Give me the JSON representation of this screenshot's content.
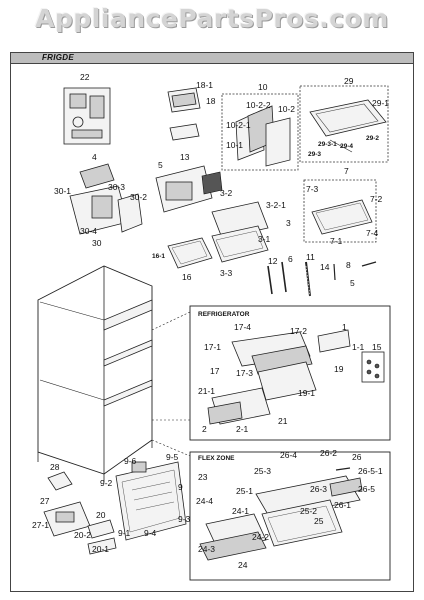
{
  "watermark": "AppliancePartsPros.com",
  "header": {
    "title": "FRIGDE"
  },
  "zones": {
    "refrigerator": "REFRIGERATOR",
    "flex_zone": "FLEX ZONE"
  },
  "callouts": {
    "c22": "22",
    "c18_1": "18-1",
    "c18": "18",
    "c13": "13",
    "c10": "10",
    "c10_2_2": "10-2-2",
    "c10_2": "10-2",
    "c10_2_1": "10-2-1",
    "c10_1": "10-1",
    "c29": "29",
    "c29_1": "29-1",
    "c29_3_1": "29-3-1",
    "c29_3": "29-3",
    "c29_4": "29-4",
    "c29_2": "29-2",
    "c4": "4",
    "c5": "5",
    "c30_1": "30-1",
    "c30_3": "30-3",
    "c30_2": "30-2",
    "c30_4": "30-4",
    "c30": "30",
    "c3_2": "3-2",
    "c3_2_1": "3-2-1",
    "c3": "3",
    "c3_1": "3-1",
    "c3_3": "3-3",
    "c7": "7",
    "c7_3": "7-3",
    "c7_2": "7-2",
    "c7_4": "7-4",
    "c7_1": "7-1",
    "c16_1": "16-1",
    "c16": "16",
    "c12": "12",
    "c6": "6",
    "c11": "11",
    "c14": "14",
    "c8": "8",
    "c5b": "5",
    "c17_4": "17-4",
    "c17_2": "17-2",
    "c1": "1",
    "c17_1": "17-1",
    "c1_1": "1-1",
    "c17": "17",
    "c17_3": "17-3",
    "c19": "19",
    "c15": "15",
    "c21_1": "21-1",
    "c19_1": "19-1",
    "c2": "2",
    "c2_1": "2-1",
    "c21": "21",
    "c28": "28",
    "c9_6": "9-6",
    "c9_5": "9-5",
    "c9_2": "9-2",
    "c9": "9",
    "c27": "27",
    "c27_1": "27-1",
    "c20": "20",
    "c20_2": "20-2",
    "c20_1": "20-1",
    "c9_1": "9-1",
    "c9_4": "9-4",
    "c9_3": "9-3",
    "c26_4": "26-4",
    "c26_2": "26-2",
    "c26": "26",
    "c23": "23",
    "c25_3": "25-3",
    "c26_5_1": "26-5-1",
    "c26_5": "26-5",
    "c25_1": "25-1",
    "c26_3": "26-3",
    "c26_1": "26-1",
    "c24_4": "24-4",
    "c24_1": "24-1",
    "c25_2": "25-2",
    "c25": "25",
    "c24_2": "24-2",
    "c24_3": "24-3",
    "c24": "24"
  },
  "colors": {
    "header_bar": "#bdbdbd",
    "line": "#222222",
    "watermark": "#d4d4d4"
  }
}
